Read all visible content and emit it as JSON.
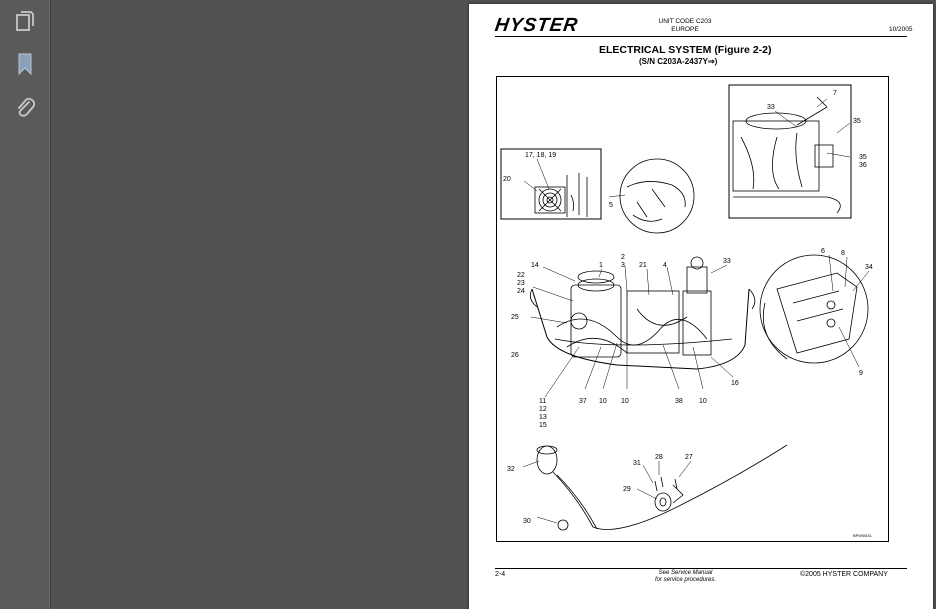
{
  "sidebar": {
    "buttons": [
      {
        "name": "pages-thumbnails-icon"
      },
      {
        "name": "bookmarks-icon"
      },
      {
        "name": "attachments-icon"
      }
    ]
  },
  "document": {
    "logo_text": "HYSTER",
    "unit_code": "UNIT CODE C203",
    "region": "EUROPE",
    "date": "10/2005",
    "title": "ELECTRICAL SYSTEM (Figure 2-2)",
    "subtitle": "(S/N C203A-2437Y⇒)",
    "page_number": "2-4",
    "footer_line1": "See Service Manual",
    "footer_line2": "for service procedures.",
    "copyright": "©2005 HYSTER COMPANY",
    "figure_code": "BP690031"
  },
  "callouts": [
    {
      "id": "c1",
      "text": "1"
    },
    {
      "id": "c2",
      "text": "2"
    },
    {
      "id": "c3",
      "text": "3"
    },
    {
      "id": "c4",
      "text": "4"
    },
    {
      "id": "c5",
      "text": "5"
    },
    {
      "id": "c6",
      "text": "6"
    },
    {
      "id": "c7",
      "text": "7"
    },
    {
      "id": "c8",
      "text": "8"
    },
    {
      "id": "c9",
      "text": "9"
    },
    {
      "id": "c10a",
      "text": "10"
    },
    {
      "id": "c10b",
      "text": "10"
    },
    {
      "id": "c10c",
      "text": "10"
    },
    {
      "id": "c11",
      "text": "11"
    },
    {
      "id": "c12",
      "text": "12"
    },
    {
      "id": "c13",
      "text": "13"
    },
    {
      "id": "c14",
      "text": "14"
    },
    {
      "id": "c15",
      "text": "15"
    },
    {
      "id": "c16",
      "text": "16"
    },
    {
      "id": "c171819",
      "text": "17, 18, 19"
    },
    {
      "id": "c20",
      "text": "20"
    },
    {
      "id": "c21",
      "text": "21"
    },
    {
      "id": "c22",
      "text": "22"
    },
    {
      "id": "c23",
      "text": "23"
    },
    {
      "id": "c24",
      "text": "24"
    },
    {
      "id": "c25",
      "text": "25"
    },
    {
      "id": "c26",
      "text": "26"
    },
    {
      "id": "c27",
      "text": "27"
    },
    {
      "id": "c28",
      "text": "28"
    },
    {
      "id": "c29",
      "text": "29"
    },
    {
      "id": "c30",
      "text": "30"
    },
    {
      "id": "c31",
      "text": "31"
    },
    {
      "id": "c32",
      "text": "32"
    },
    {
      "id": "c33a",
      "text": "33"
    },
    {
      "id": "c33b",
      "text": "33"
    },
    {
      "id": "c34",
      "text": "34"
    },
    {
      "id": "c35a",
      "text": "35"
    },
    {
      "id": "c35b",
      "text": "35"
    },
    {
      "id": "c36",
      "text": "36"
    },
    {
      "id": "c37",
      "text": "37"
    },
    {
      "id": "c38",
      "text": "38"
    }
  ]
}
